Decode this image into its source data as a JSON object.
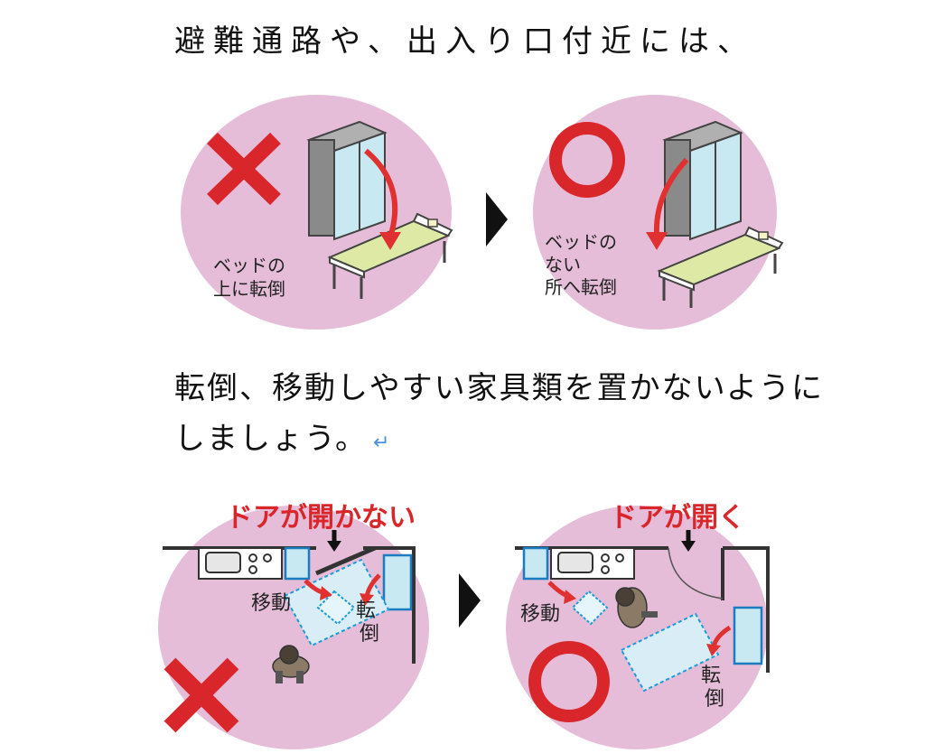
{
  "text": {
    "line1": "避難通路や、出入り口付近には、",
    "line2": "転倒、移動しやすい家具類を置かないように",
    "line3": "しましょう。",
    "return_mark": "↵"
  },
  "figure_top": {
    "left_label_line1": "ベッドの",
    "left_label_line2": "上に転倒",
    "right_label_line1": "ベッドの",
    "right_label_line2": "ない",
    "right_label_line3": "所へ転倒"
  },
  "figure_bottom": {
    "left_title": "ドアが開かない",
    "right_title": "ドアが開く",
    "move_label": "移動",
    "fall_char1": "転",
    "fall_char2": "倒"
  },
  "colors": {
    "circle_pink": "#e6bdd8",
    "mark_red": "#d9262b",
    "arrow_red": "#e03030",
    "cabinet_gray": "#8c8c8c",
    "glass_blue": "#bfe3ef",
    "mattress_green": "#dfe9a6",
    "title_red": "#d9262b"
  }
}
